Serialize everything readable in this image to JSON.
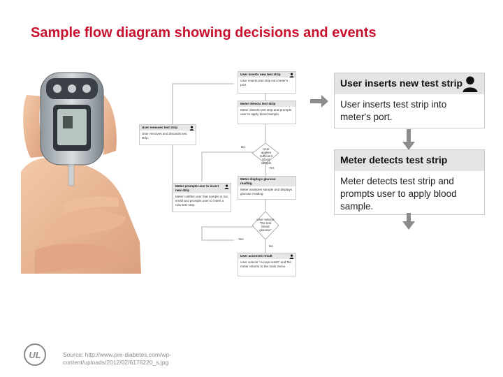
{
  "title": "Sample flow diagram showing decisions and events",
  "source": "Source: http://www.pre-diabetes.com/wp-content/uploads/2012/02/6176220_s.jpg",
  "small_flow": {
    "boxes": [
      {
        "heading": "User inserts new test strip",
        "body": "User inserts test strip into meter's port."
      },
      {
        "heading": "Meter detects test strip",
        "body": "Meter detects test strip and prompts user to apply blood sample."
      },
      {
        "heading": "User removes test strip",
        "body": "User removes and discards test strip."
      },
      {
        "heading": "Meter displays glucose reading",
        "body": "Meter analyzes sample and displays glucose reading."
      },
      {
        "heading": "Meter prompts user to insert new strip",
        "body": "Meter notifies user that sample is too small and prompts user to insert a new test strip."
      },
      {
        "heading": "User accesses result",
        "body": "User selects \"Accept result\" and the meter returns to the main menu."
      }
    ],
    "decisions": [
      {
        "text": "User applies sufficient blood sample"
      },
      {
        "text": "User selects \"Re-test blood glucose\""
      }
    ],
    "labels": {
      "no1": "No",
      "yes1": "Yes",
      "yes2": "Yes",
      "no2": "No"
    }
  },
  "cards": [
    {
      "heading": "User inserts new test strip",
      "line1": "User inserts test strip into",
      "line2": "meter's port."
    },
    {
      "heading": "Meter detects test strip",
      "line1": "Meter detects test strip and",
      "line2": "prompts user to apply blood",
      "line3": "sample."
    }
  ],
  "colors": {
    "brand_red": "#c8102e",
    "header_gray": "#e4e4e4",
    "arrow_gray": "#8c8c8c"
  },
  "icons": {
    "person": "person-icon",
    "logo": "ul-logo"
  }
}
